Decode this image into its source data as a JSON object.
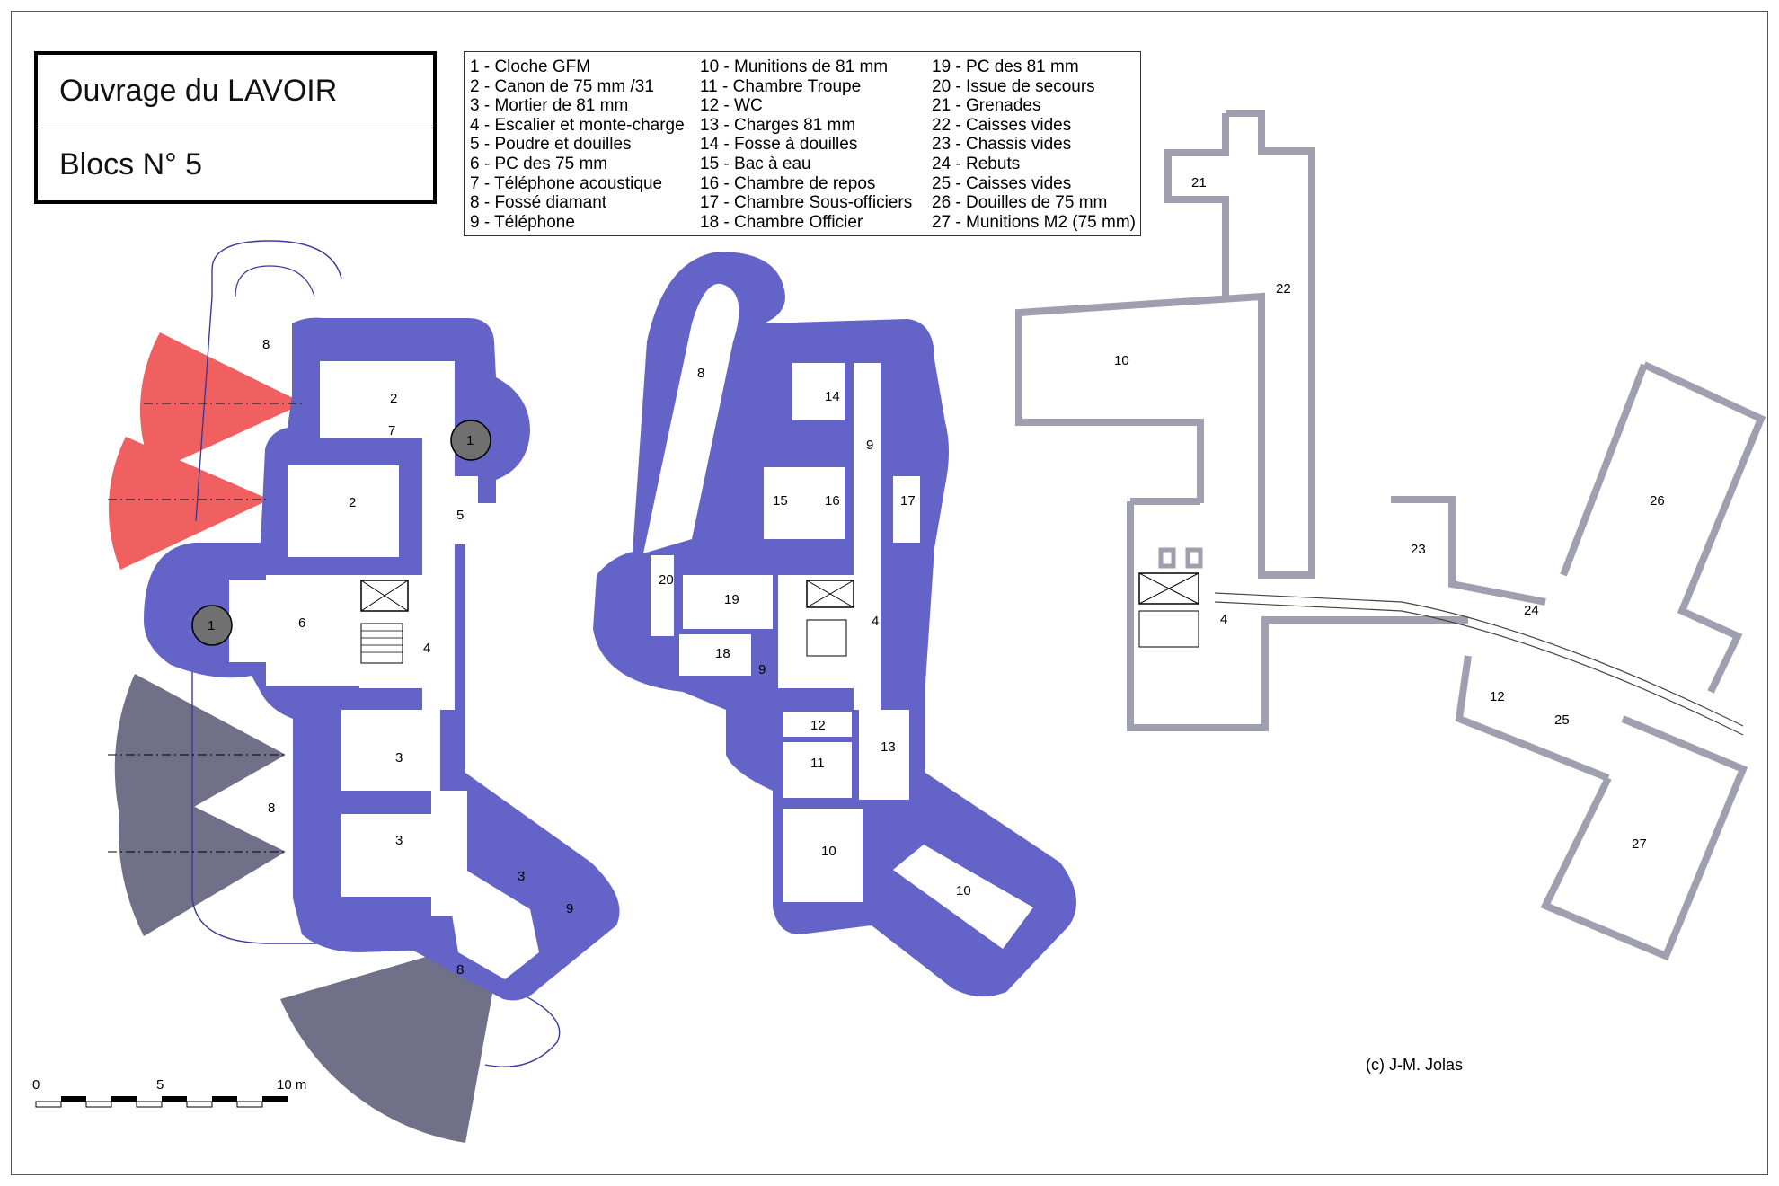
{
  "title": {
    "line1": "Ouvrage du LAVOIR",
    "line2": "Blocs N° 5"
  },
  "legend": {
    "col1": [
      "1 - Cloche GFM",
      "2 - Canon de 75 mm /31",
      "3 - Mortier de 81 mm",
      "4 - Escalier et monte-charge",
      "5 - Poudre et douilles",
      "6 - PC des 75 mm",
      "7 - Téléphone acoustique",
      "8 - Fossé diamant",
      "9 - Téléphone"
    ],
    "col2": [
      "10 - Munitions de 81 mm",
      "11 - Chambre Troupe",
      "12 - WC",
      "13 - Charges 81 mm",
      "14 - Fosse à douilles",
      "15 - Bac à eau",
      "16 - Chambre de repos",
      "17 - Chambre Sous-officiers",
      "18 - Chambre Officier"
    ],
    "col3": [
      "19 - PC des 81 mm",
      "20 - Issue de secours",
      "21 - Grenades",
      "22 - Caisses vides",
      "23 - Chassis vides",
      "24 - Rebuts",
      "25 - Caisses vides",
      "26 - Douilles de 75 mm",
      "27 - Munitions M2 (75 mm)"
    ]
  },
  "scale_bar": {
    "label_0": "0",
    "label_5": "5",
    "label_10": "10 m"
  },
  "credit": "(c) J-M. Jolas",
  "colors": {
    "wall": "#6464c8",
    "corridor_wall": "#a09fb0",
    "field_fire_75": "#f06060",
    "field_fire_81": "#707088",
    "dome": "#707070"
  },
  "labels": {
    "l8": "8",
    "l2": "2",
    "l7": "7",
    "l1": "1",
    "l5": "5",
    "l6": "6",
    "l4": "4",
    "l3": "3",
    "l9": "9",
    "l14": "14",
    "l15": "15",
    "l16": "16",
    "l17": "17",
    "l20": "20",
    "l19": "19",
    "l18": "18",
    "l12": "12",
    "l11": "11",
    "l13": "13",
    "l10": "10",
    "l21": "21",
    "l22": "22",
    "l23": "23",
    "l24": "24",
    "l25": "25",
    "l26": "26",
    "l27": "27"
  }
}
